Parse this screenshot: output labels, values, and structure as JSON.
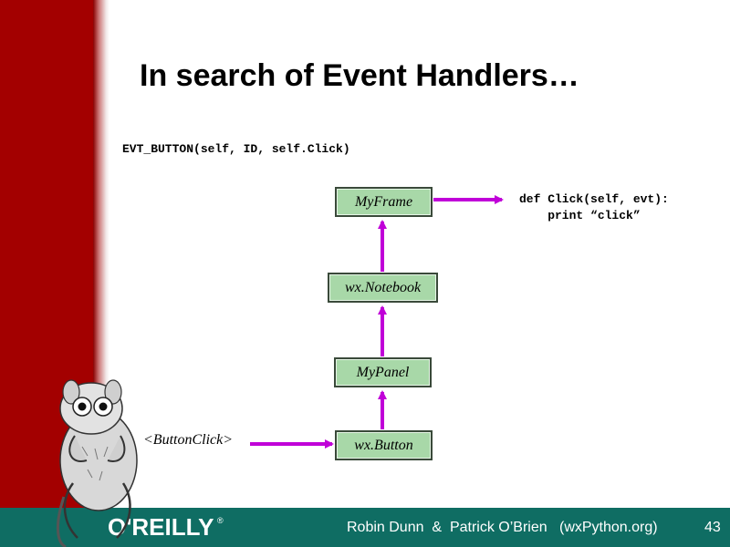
{
  "slide": {
    "title": "In search of Event Handlers…",
    "binding_code": "EVT_BUTTON(self, ID, self.Click)",
    "handler_code_line1": "def Click(self, evt):",
    "handler_code_line2": "    print “click”"
  },
  "diagram": {
    "event_label": "<ButtonClick>",
    "nodes": {
      "frame": "MyFrame",
      "notebook": "wx.Notebook",
      "panel": "MyPanel",
      "button": "wx.Button"
    },
    "colors": {
      "node_fill": "#a8d8a8",
      "arrow": "#c000d8"
    }
  },
  "footer": {
    "logo": "O'REILLY",
    "credits": "Robin Dunn  &  Patrick O’Brien   (wxPython.org)",
    "page_number": "43"
  },
  "icons": {
    "mascot": "tarsier-icon"
  },
  "theme": {
    "left_band": "#a30000",
    "footer_bar": "#0f6d63"
  }
}
